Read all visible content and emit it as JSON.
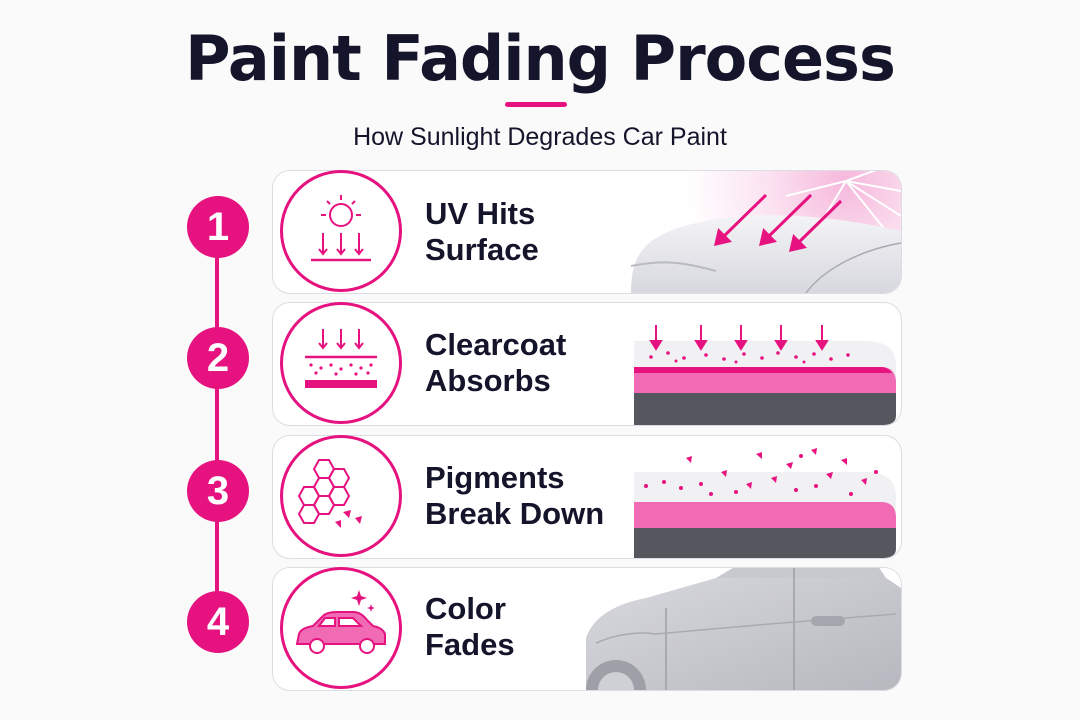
{
  "header": {
    "title": "Paint Fading Process",
    "subtitle": "How Sunlight Degrades Car Paint"
  },
  "colors": {
    "accent": "#e6127f",
    "accent_light": "#f06ab4",
    "text": "#14142b",
    "dark_layer": "#55575e",
    "card_border": "#dcdce4"
  },
  "steps": [
    {
      "number": "1",
      "line1": "UV Hits",
      "line2": "Surface",
      "icon": "sun-rays-icon"
    },
    {
      "number": "2",
      "line1": "Clearcoat",
      "line2": "Absorbs",
      "icon": "layer-absorb-icon"
    },
    {
      "number": "3",
      "line1": "Pigments",
      "line2": "Break Down",
      "icon": "hexagon-breakdown-icon"
    },
    {
      "number": "4",
      "line1": "Color",
      "line2": "Fades",
      "icon": "car-sparkle-icon"
    }
  ]
}
